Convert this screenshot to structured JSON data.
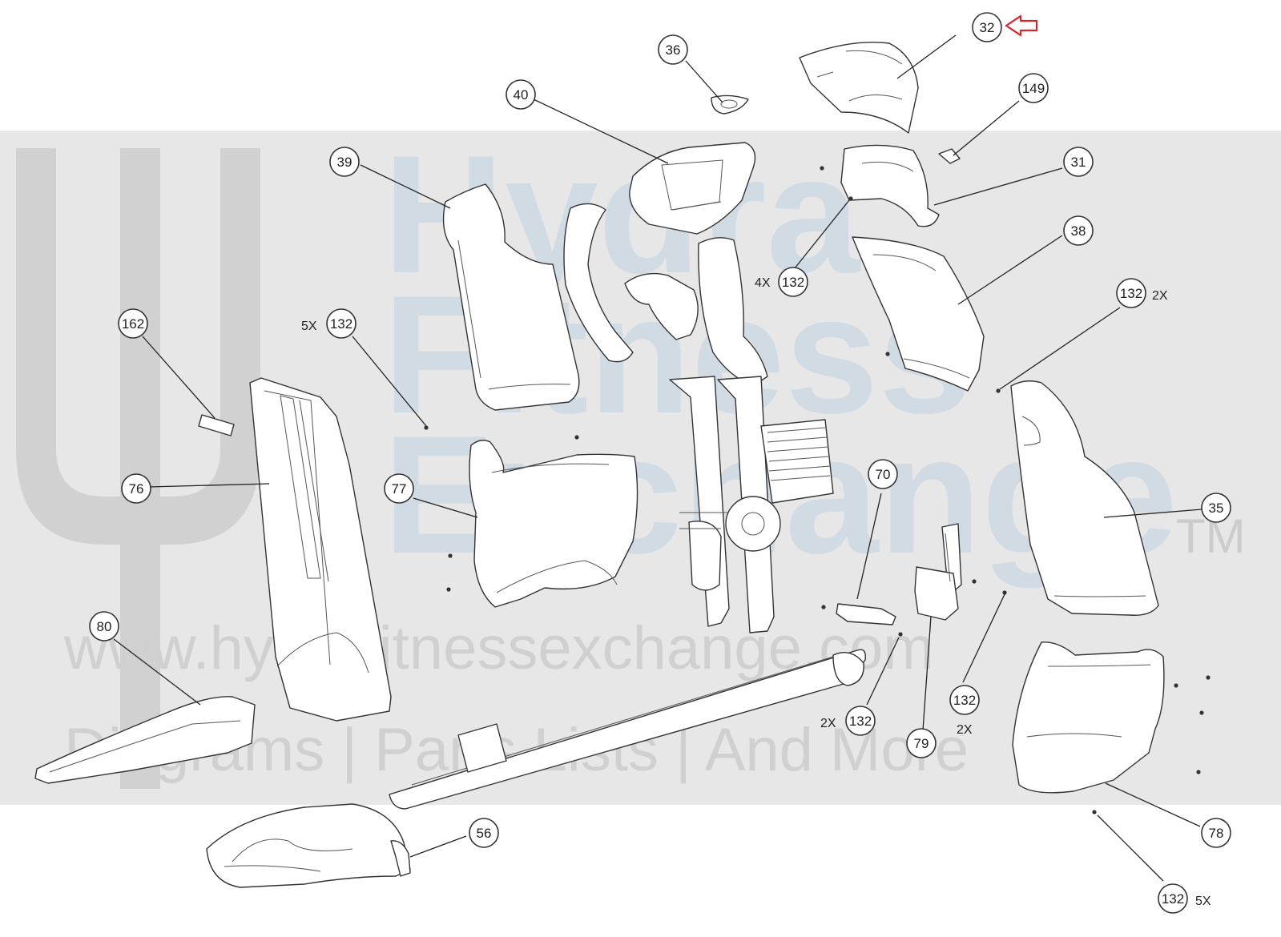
{
  "watermark": {
    "brand_line1": "Hydra",
    "brand_line2": "Fitness",
    "brand_line3": "Exchange",
    "trademark": "TM",
    "url": "www.hydrafitnessexchange.com",
    "tagline": "Diagrams | Parts Lists | And More"
  },
  "colors": {
    "watermark_band": "#e7e7e7",
    "watermark_logo_gray": "#c9c9c9",
    "watermark_text_blue": "#c9d6e2",
    "highlight_arrow": "#d9262c",
    "line": "#333333"
  },
  "callouts": [
    {
      "id": "c-32-top",
      "label": "32",
      "highlighted": true
    },
    {
      "id": "c-36",
      "label": "36"
    },
    {
      "id": "c-40",
      "label": "40"
    },
    {
      "id": "c-149",
      "label": "149"
    },
    {
      "id": "c-39",
      "label": "39"
    },
    {
      "id": "c-31",
      "label": "31"
    },
    {
      "id": "c-38",
      "label": "38"
    },
    {
      "id": "c-132-4x",
      "label": "132",
      "qty": "4X"
    },
    {
      "id": "c-132-2x-right",
      "label": "132",
      "qty": "2X"
    },
    {
      "id": "c-162",
      "label": "162"
    },
    {
      "id": "c-132-5x-left",
      "label": "132",
      "qty": "5X"
    },
    {
      "id": "c-76",
      "label": "76"
    },
    {
      "id": "c-77",
      "label": "77"
    },
    {
      "id": "c-70",
      "label": "70"
    },
    {
      "id": "c-35",
      "label": "35"
    },
    {
      "id": "c-80",
      "label": "80"
    },
    {
      "id": "c-132-2x-mid",
      "label": "132",
      "qty": "2X"
    },
    {
      "id": "c-132-2x-lower",
      "label": "132",
      "qty": "2X"
    },
    {
      "id": "c-79",
      "label": "79"
    },
    {
      "id": "c-56",
      "label": "56"
    },
    {
      "id": "c-78",
      "label": "78"
    },
    {
      "id": "c-132-5x-bottom",
      "label": "132",
      "qty": "5X"
    }
  ]
}
